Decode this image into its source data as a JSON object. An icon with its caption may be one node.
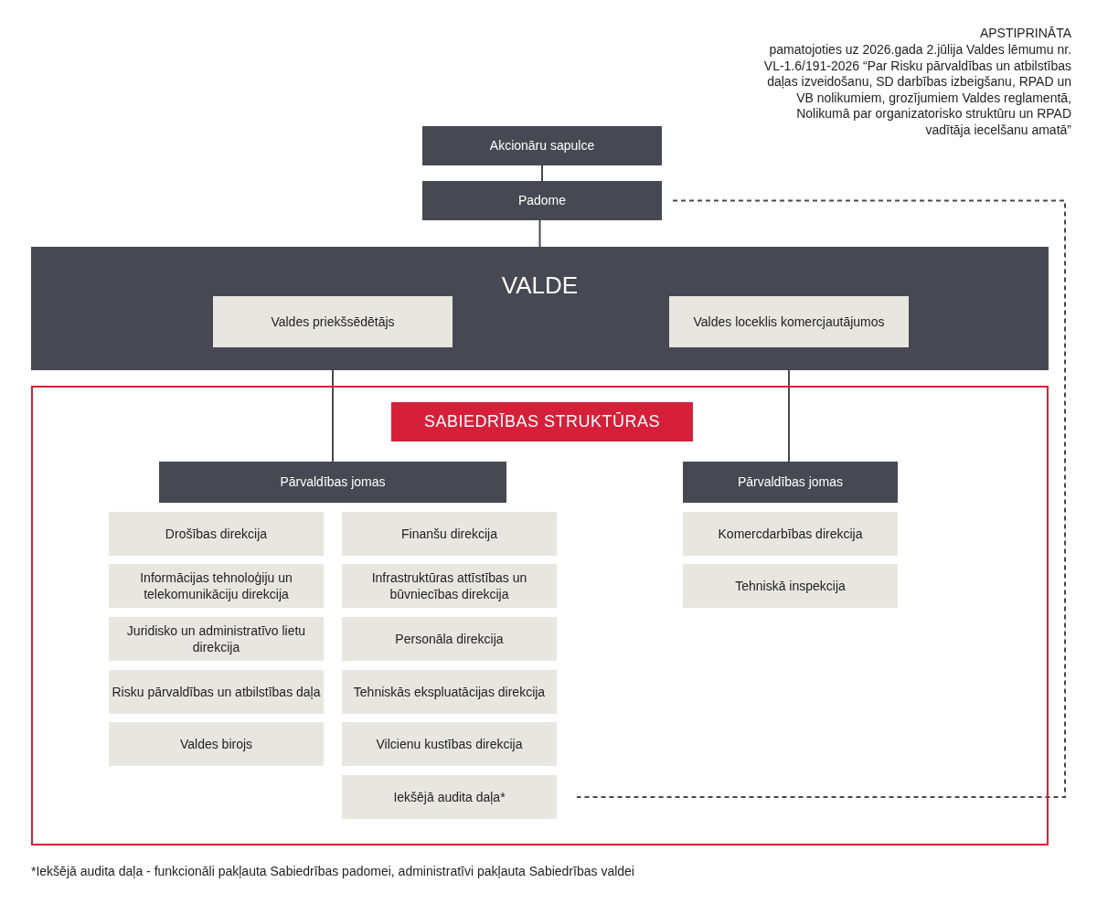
{
  "diagram": {
    "nodes": [
      {
        "text": [
          "Akcionāru sapulce"
        ]
      },
      {
        "text": [
          "Padome"
        ]
      },
      {
        "text": [
          "VALDE"
        ]
      },
      {
        "text": [
          "Valdes priekšsēdētājs"
        ],
        "in": 2
      },
      {
        "text": [
          "Valdes loceklis komercjautājumos"
        ],
        "in": 2
      },
      {
        "text": [],
        "shape": "box"
      },
      {
        "text": [
          "SABIEDRĪBAS STRUKTŪRAS"
        ],
        "in": 5
      },
      {
        "text": [
          "Pārvaldības jomas"
        ],
        "in": 5
      },
      {
        "text": [
          "Drošības direkcija"
        ],
        "in": 5
      },
      {
        "text": [
          "Informācijas tehnoloģiju un telekomunikāciju direkcija"
        ],
        "in": 5
      },
      {
        "text": [
          "Juridisko un administratīvo lietu direkcija"
        ],
        "in": 5
      },
      {
        "text": [
          "Risku pārvaldības un atbilstības daļa"
        ],
        "in": 5
      },
      {
        "text": [
          "Valdes birojs"
        ],
        "in": 5
      },
      {
        "text": [
          "Finanšu direkcija"
        ],
        "in": 5
      },
      {
        "text": [
          "Infrastruktūras attīstības un būvniecības direkcija"
        ],
        "in": 5
      },
      {
        "text": [
          "Personāla direkcija"
        ],
        "in": 5
      },
      {
        "text": [
          "Tehniskās ekspluatācijas direkcija"
        ],
        "in": 5
      },
      {
        "text": [
          "Vilcienu kustības direkcija"
        ],
        "in": 5
      },
      {
        "text": [
          "Iekšējā audita daļa*"
        ],
        "in": 5
      },
      {
        "text": [
          "Pārvaldības jomas"
        ],
        "in": 5
      },
      {
        "text": [
          "Komercdarbības direkcija"
        ],
        "in": 5
      },
      {
        "text": [
          "Tehniskā inspekcija"
        ],
        "in": 5
      }
    ],
    "edges": [
      {
        "from": 0,
        "to": 1,
        "arrow": "none"
      },
      {
        "from": 1,
        "to": 2,
        "arrow": "none"
      },
      {
        "from": 3,
        "to": 7,
        "arrow": "none"
      },
      {
        "from": 4,
        "to": 19,
        "arrow": "none"
      },
      {
        "from": 1,
        "to": 18,
        "arrow": "none",
        "style": "dashed"
      }
    ],
    "labels": [
      "APSTIPRINĀTA",
      "pamatojoties uz 2026.gada 2.jūlija Valdes lēmumu nr. VL-1.6/191-2026 “Par Risku pārvaldības un atbilstības daļas izveidošanu, SD darbības izbeigšanu, RPAD un VB nolikumiem, grozījumiem Valdes reglamentā, Nolikumā par organizatorisko struktūru un RPAD vadītāja iecelšanu amatā”",
      "*Iekšējā audita daļa - funkcionāli pakļauta Sabiedrības padomei, administratīvi pakļauta Sabiedrības valdei"
    ]
  }
}
